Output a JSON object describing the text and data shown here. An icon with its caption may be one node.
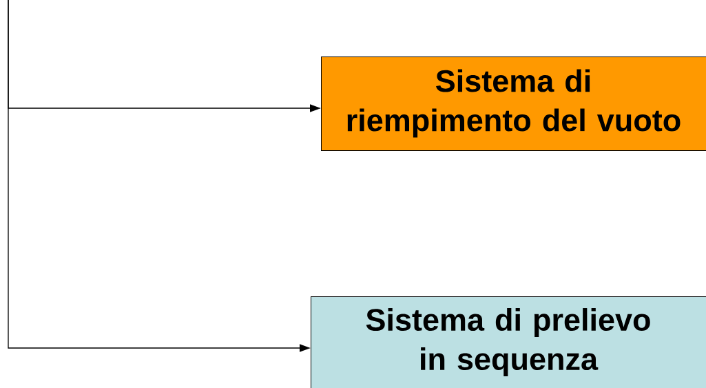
{
  "diagram": {
    "nodes": [
      {
        "text": [
          "Sistema di riempimento del vuoto"
        ]
      },
      {
        "text": [
          "Sistema di prelievo in sequenza"
        ]
      }
    ],
    "edges": [
      {
        "from": null,
        "to": 0,
        "arrow": "to"
      },
      {
        "from": null,
        "to": 1,
        "arrow": "to"
      }
    ]
  }
}
